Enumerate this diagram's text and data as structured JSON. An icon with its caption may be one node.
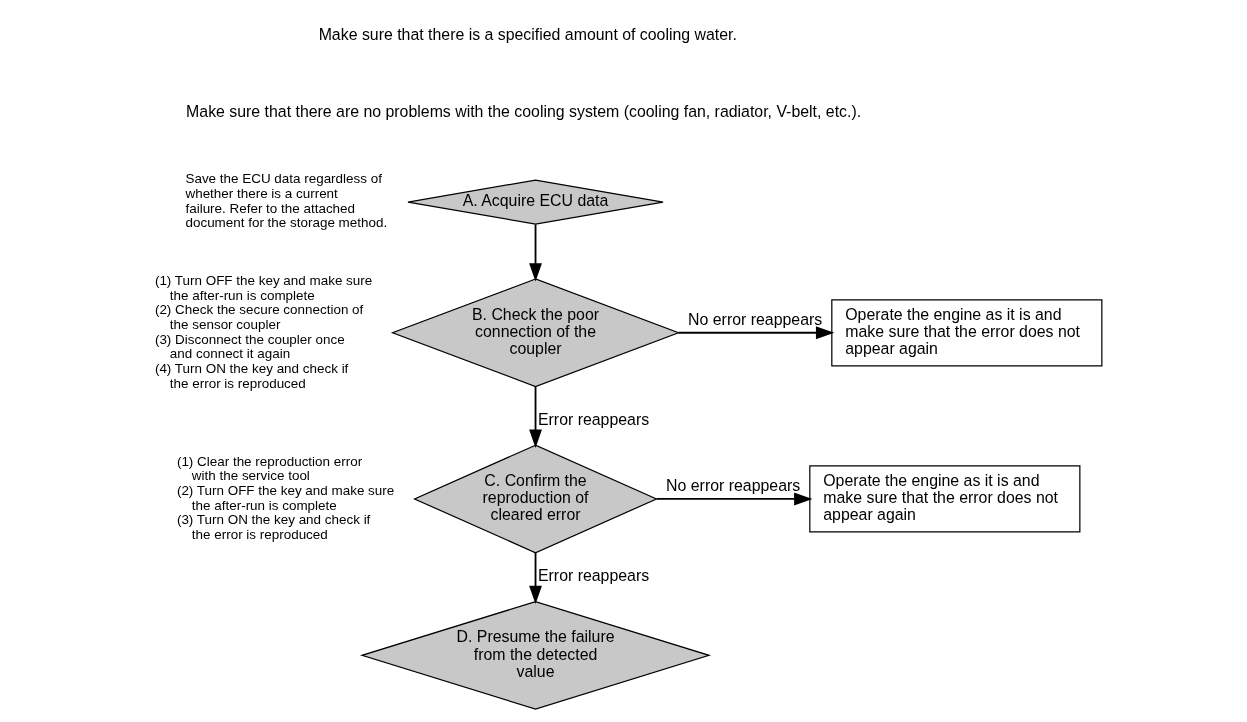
{
  "diagram": {
    "nodes": [
      {
        "text": [
          "A. Acquire ECU data"
        ],
        "beside": [
          "Save the ECU data regardless of whether there is a current failure. Refer to the attached document for the storage method."
        ]
      },
      {
        "text": [
          "B. Check the poor connection of the coupler"
        ],
        "beside": [
          "(1) Turn OFF the key and make sure the after-run is complete",
          "(2) Check the secure connection of the sensor coupler",
          "(3) Disconnect the coupler once and connect it again",
          "(4) Turn ON the key and check if the error is reproduced"
        ]
      },
      {
        "text": [
          "Operate the engine as it is and make sure that the error does not appear again"
        ]
      },
      {
        "text": [
          "C. Confirm the reproduction of cleared error"
        ],
        "beside": [
          "(1) Clear the reproduction error with the service tool",
          "(2) Turn OFF the key and make sure the after-run is complete",
          "(3) Turn ON the key and check if the error is reproduced"
        ]
      },
      {
        "text": [
          "Operate the engine as it is and make sure that the error does not appear again"
        ]
      },
      {
        "text": [
          "D. Presume the failure from the detected value"
        ]
      }
    ],
    "edges": [
      {
        "from": 0,
        "to": 1,
        "arrow": "to"
      },
      {
        "from": 1,
        "to": 2,
        "arrow": "to",
        "label": "No error reappears"
      },
      {
        "from": 1,
        "to": 3,
        "arrow": "to",
        "label": "Error reappears"
      },
      {
        "from": 3,
        "to": 4,
        "arrow": "to",
        "label": "No error reappears"
      },
      {
        "from": 3,
        "to": 5,
        "arrow": "to",
        "label": "Error reappears"
      }
    ],
    "labels": [
      "Make sure that there is a specified amount of cooling water.",
      "Make sure that there are no problems with the cooling system (cooling fan, radiator, V-belt, etc.)."
    ]
  }
}
